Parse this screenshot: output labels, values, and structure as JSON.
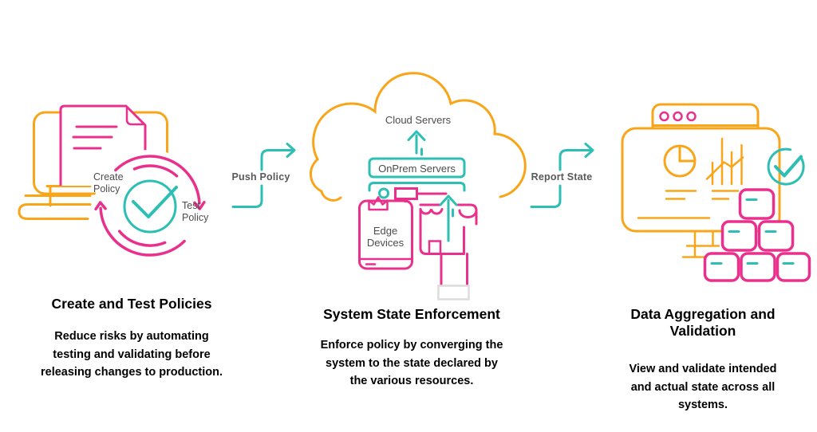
{
  "palette": {
    "orange": "#F9A51A",
    "pink": "#E8308C",
    "teal": "#2DBEB4",
    "label_gray": "#4D4D4D",
    "arrow_label_gray": "#58595B",
    "text_black": "#000000"
  },
  "stage1": {
    "illustration": {
      "create_policy_label": "Create Policy",
      "test_policy_label": "Test Policy"
    },
    "heading": "Create and Test Policies",
    "description": "Reduce risks by automating\ntesting and validating before\nreleasing changes to production."
  },
  "flow": {
    "push_policy_label": "Push Policy",
    "report_state_label": "Report State"
  },
  "stage2": {
    "illustration": {
      "cloud_label": "Cloud Servers",
      "onprem_label": "OnPrem Servers",
      "edge_label": "Edge Devices"
    },
    "heading": "System State Enforcement",
    "description": "Enforce policy by converging the\nsystem to the state declared by\nthe various resources."
  },
  "stage3": {
    "heading": "Data Aggregation and\nValidation",
    "description": "View and validate intended\nand actual state across all\nsystems."
  }
}
